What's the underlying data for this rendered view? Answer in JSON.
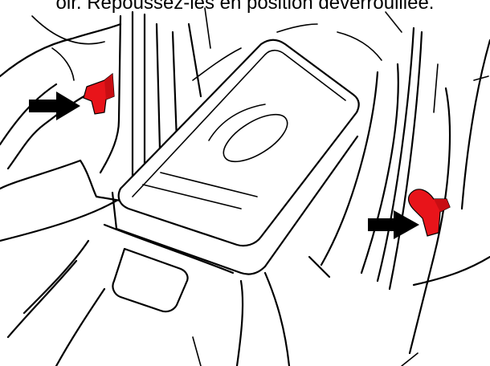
{
  "caption": "oir. Repoussez-les en position déverrouillée.",
  "colors": {
    "line": "#000000",
    "handle": "#e8141a",
    "arrow": "#000000",
    "background": "#ffffff"
  },
  "icons": [
    "left-seatback-release-handle",
    "right-seatback-release-handle",
    "push-arrow-left",
    "push-arrow-right"
  ]
}
